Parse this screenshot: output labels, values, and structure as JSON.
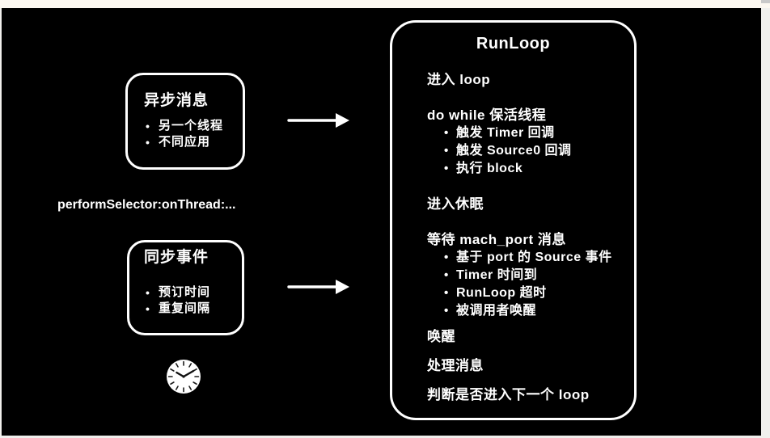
{
  "colors": {
    "background": "#000000",
    "frame_top": "#fcf8f1",
    "frame_side": "#f0f0ed",
    "frame_corner": "#c9c9c9",
    "text": "#ffffff"
  },
  "async_box": {
    "title": "异步消息",
    "bullets": [
      "另一个线程",
      "不同应用"
    ]
  },
  "perform_selector_label": "performSelector:onThread:...",
  "sync_box": {
    "title": "同步事件",
    "bullets": [
      "预订时间",
      "重复间隔"
    ]
  },
  "icons": {
    "arrow_top": "arrow-right",
    "arrow_bottom": "arrow-right",
    "clock": "clock"
  },
  "runloop_box": {
    "title": "RunLoop",
    "lines": [
      {
        "text": "进入 loop",
        "bullet": false
      },
      {
        "text": "do while 保活线程",
        "bullet": false
      },
      {
        "text": "触发 Timer 回调",
        "bullet": true
      },
      {
        "text": "触发 Source0 回调",
        "bullet": true
      },
      {
        "text": "执行 block",
        "bullet": true
      },
      {
        "text": "进入休眠",
        "bullet": false
      },
      {
        "text": "等待 mach_port 消息",
        "bullet": false
      },
      {
        "text": "基于 port 的 Source 事件",
        "bullet": true
      },
      {
        "text": "Timer 时间到",
        "bullet": true
      },
      {
        "text": "RunLoop 超时",
        "bullet": true
      },
      {
        "text": "被调用者唤醒",
        "bullet": true
      },
      {
        "text": "唤醒",
        "bullet": false
      },
      {
        "text": "处理消息",
        "bullet": false
      },
      {
        "text": "判断是否进入下一个 loop",
        "bullet": false
      }
    ]
  }
}
